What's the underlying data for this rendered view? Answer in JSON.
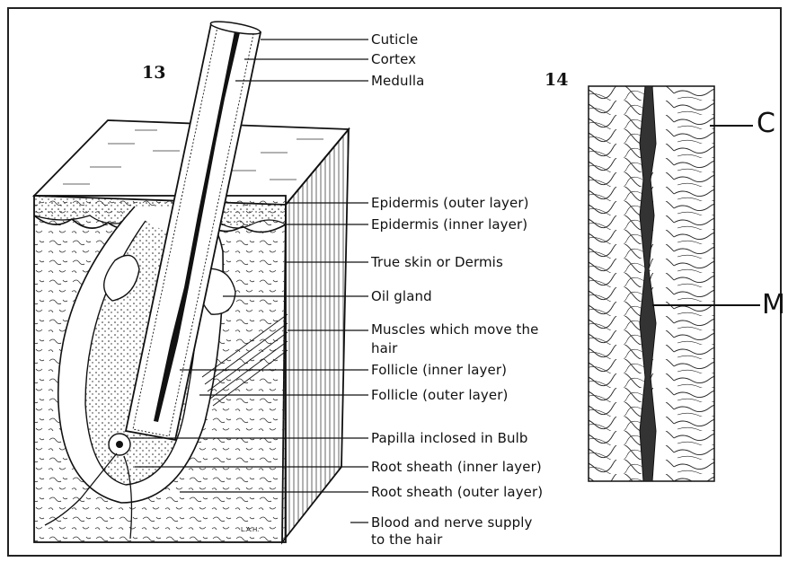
{
  "figures": [
    {
      "number": "13"
    },
    {
      "number": "14"
    }
  ],
  "fig13_labels": [
    "Cuticle",
    "Cortex",
    "Medulla",
    "Epidermis (outer layer)",
    "Epidermis (inner layer)",
    "True skin or Dermis",
    "Oil gland",
    "Muscles which move the",
    "hair",
    "Follicle (inner layer)",
    "Follicle (outer layer)",
    "Papilla inclosed in Bulb",
    "Root sheath (inner layer)",
    "Root sheath (outer layer)",
    "Blood and nerve supply",
    "to the hair"
  ],
  "fig14_labels": {
    "cortex": "C",
    "medulla": "M"
  },
  "signature": "L.A.H."
}
